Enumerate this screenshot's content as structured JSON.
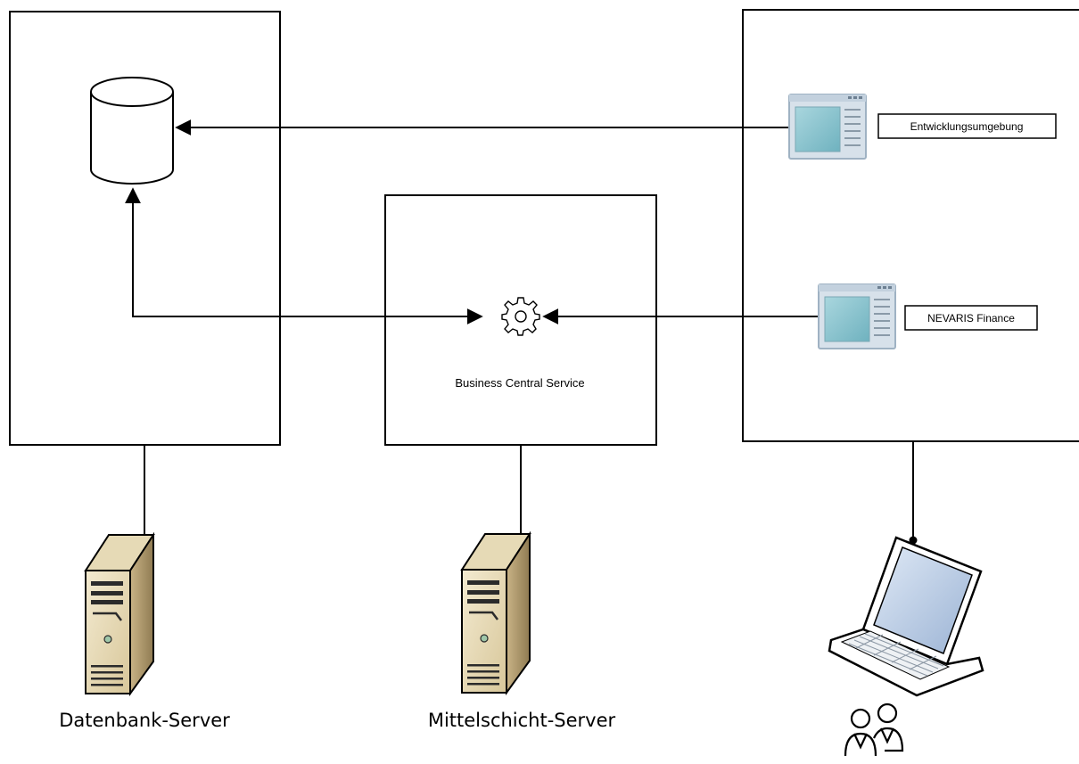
{
  "nodes": {
    "database_server": {
      "label": "Datenbank-Server",
      "icon": "server-tower-icon"
    },
    "middle_tier_server": {
      "label": "Mittelschicht-Server",
      "icon": "server-tower-icon"
    },
    "client": {
      "icon": "laptop-icon",
      "users_icon": "users-icon"
    }
  },
  "components": {
    "database": {
      "icon": "database-cylinder-icon"
    },
    "service": {
      "label": "Business Central Service",
      "icon": "gear-icon"
    },
    "dev_environment": {
      "label": "Entwicklungsumgebung",
      "icon": "application-window-icon"
    },
    "nevaris_client": {
      "label": "NEVARIS Finance",
      "icon": "application-window-icon"
    }
  },
  "connections": [
    {
      "from": "dev_environment",
      "to": "database"
    },
    {
      "from": "service",
      "to": "database"
    },
    {
      "from": "nevaris_client",
      "to": "service"
    }
  ],
  "colors": {
    "line": "#000000",
    "window_frame": "#bccbd8",
    "window_screen": "#8ec5cf",
    "server_front": "#e9ddb8",
    "server_side": "#a89468"
  }
}
